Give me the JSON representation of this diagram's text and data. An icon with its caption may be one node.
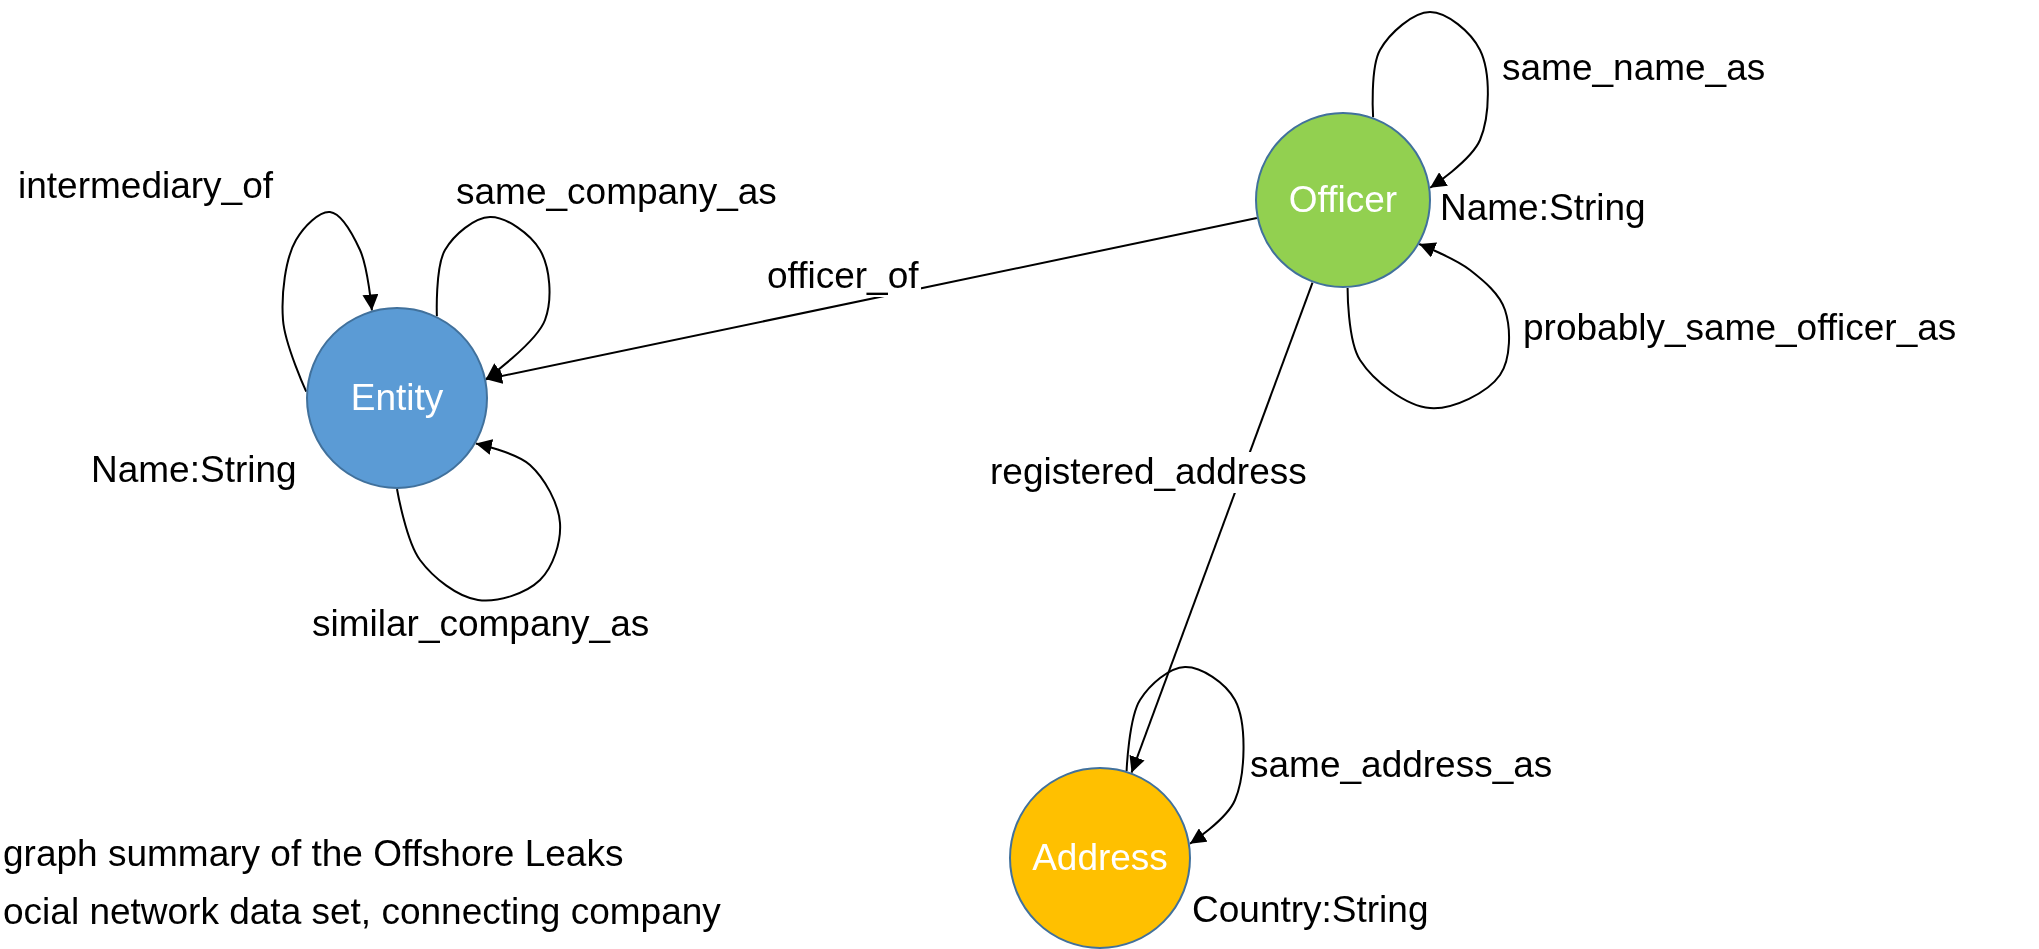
{
  "diagram": {
    "nodes": [
      {
        "text": [
          "Entity"
        ],
        "beside": [
          "Name:String"
        ]
      },
      {
        "text": [
          "Officer"
        ],
        "beside": [
          "Name:String"
        ]
      },
      {
        "text": [
          "Address"
        ],
        "beside": [
          "Country:String"
        ]
      }
    ],
    "edges": [
      {
        "from": 0,
        "to": 0,
        "arrow": "to",
        "label": "intermediary_of"
      },
      {
        "from": 0,
        "to": 0,
        "arrow": "to",
        "label": "same_company_as"
      },
      {
        "from": 0,
        "to": 0,
        "arrow": "to",
        "label": "similar_company_as"
      },
      {
        "from": 1,
        "to": 0,
        "arrow": "to",
        "label": "officer_of"
      },
      {
        "from": 1,
        "to": 1,
        "arrow": "to",
        "label": "same_name_as"
      },
      {
        "from": 1,
        "to": 1,
        "arrow": "to",
        "label": "probably_same_officer_as"
      },
      {
        "from": 1,
        "to": 2,
        "arrow": "to",
        "label": "registered_address"
      },
      {
        "from": 2,
        "to": 2,
        "arrow": "to",
        "label": "same_address_as"
      }
    ],
    "labels": [
      "graph summary of the Offshore Leaks",
      "ocial network data set, connecting company"
    ]
  }
}
